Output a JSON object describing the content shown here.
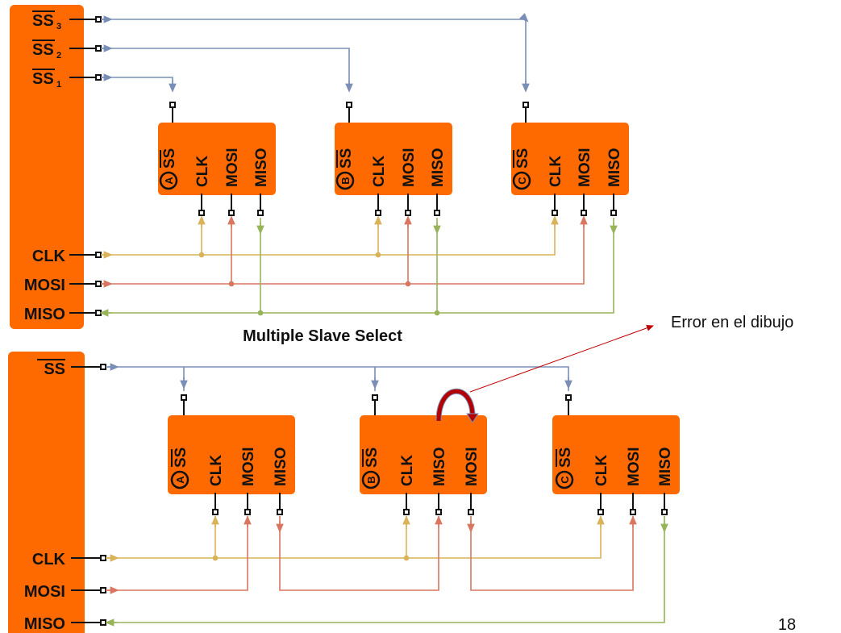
{
  "slide": {
    "page_number": "18",
    "annotation": "Error en el dibujo"
  },
  "colors": {
    "orange": "#ff6a00",
    "ss_line": "#7a8fb8",
    "clk_line": "#d9b25a",
    "mosi_line": "#d9765f",
    "miso_line": "#98b45a",
    "annotation_arrow": "#c00000",
    "error_arc": "#b30000"
  },
  "top_diagram": {
    "caption": "Multiple Slave Select",
    "master_pins": [
      "SS",
      "SS",
      "SS",
      "CLK",
      "MOSI",
      "MISO"
    ],
    "ss_subscripts": [
      "3",
      "2",
      "1"
    ],
    "slaves": [
      {
        "id": "A",
        "pins": [
          "SS",
          "CLK",
          "MOSI",
          "MISO"
        ]
      },
      {
        "id": "B",
        "pins": [
          "SS",
          "CLK",
          "MOSI",
          "MISO"
        ]
      },
      {
        "id": "C",
        "pins": [
          "SS",
          "CLK",
          "MOSI",
          "MISO"
        ]
      }
    ]
  },
  "bottom_diagram": {
    "master_pins": [
      "SS",
      "CLK",
      "MOSI",
      "MISO"
    ],
    "slaves": [
      {
        "id": "A",
        "pins": [
          "SS",
          "CLK",
          "MOSI",
          "MISO"
        ]
      },
      {
        "id": "B",
        "pins": [
          "SS",
          "CLK",
          "MISO",
          "MOSI"
        ]
      },
      {
        "id": "C",
        "pins": [
          "SS",
          "CLK",
          "MOSI",
          "MISO"
        ]
      }
    ]
  }
}
